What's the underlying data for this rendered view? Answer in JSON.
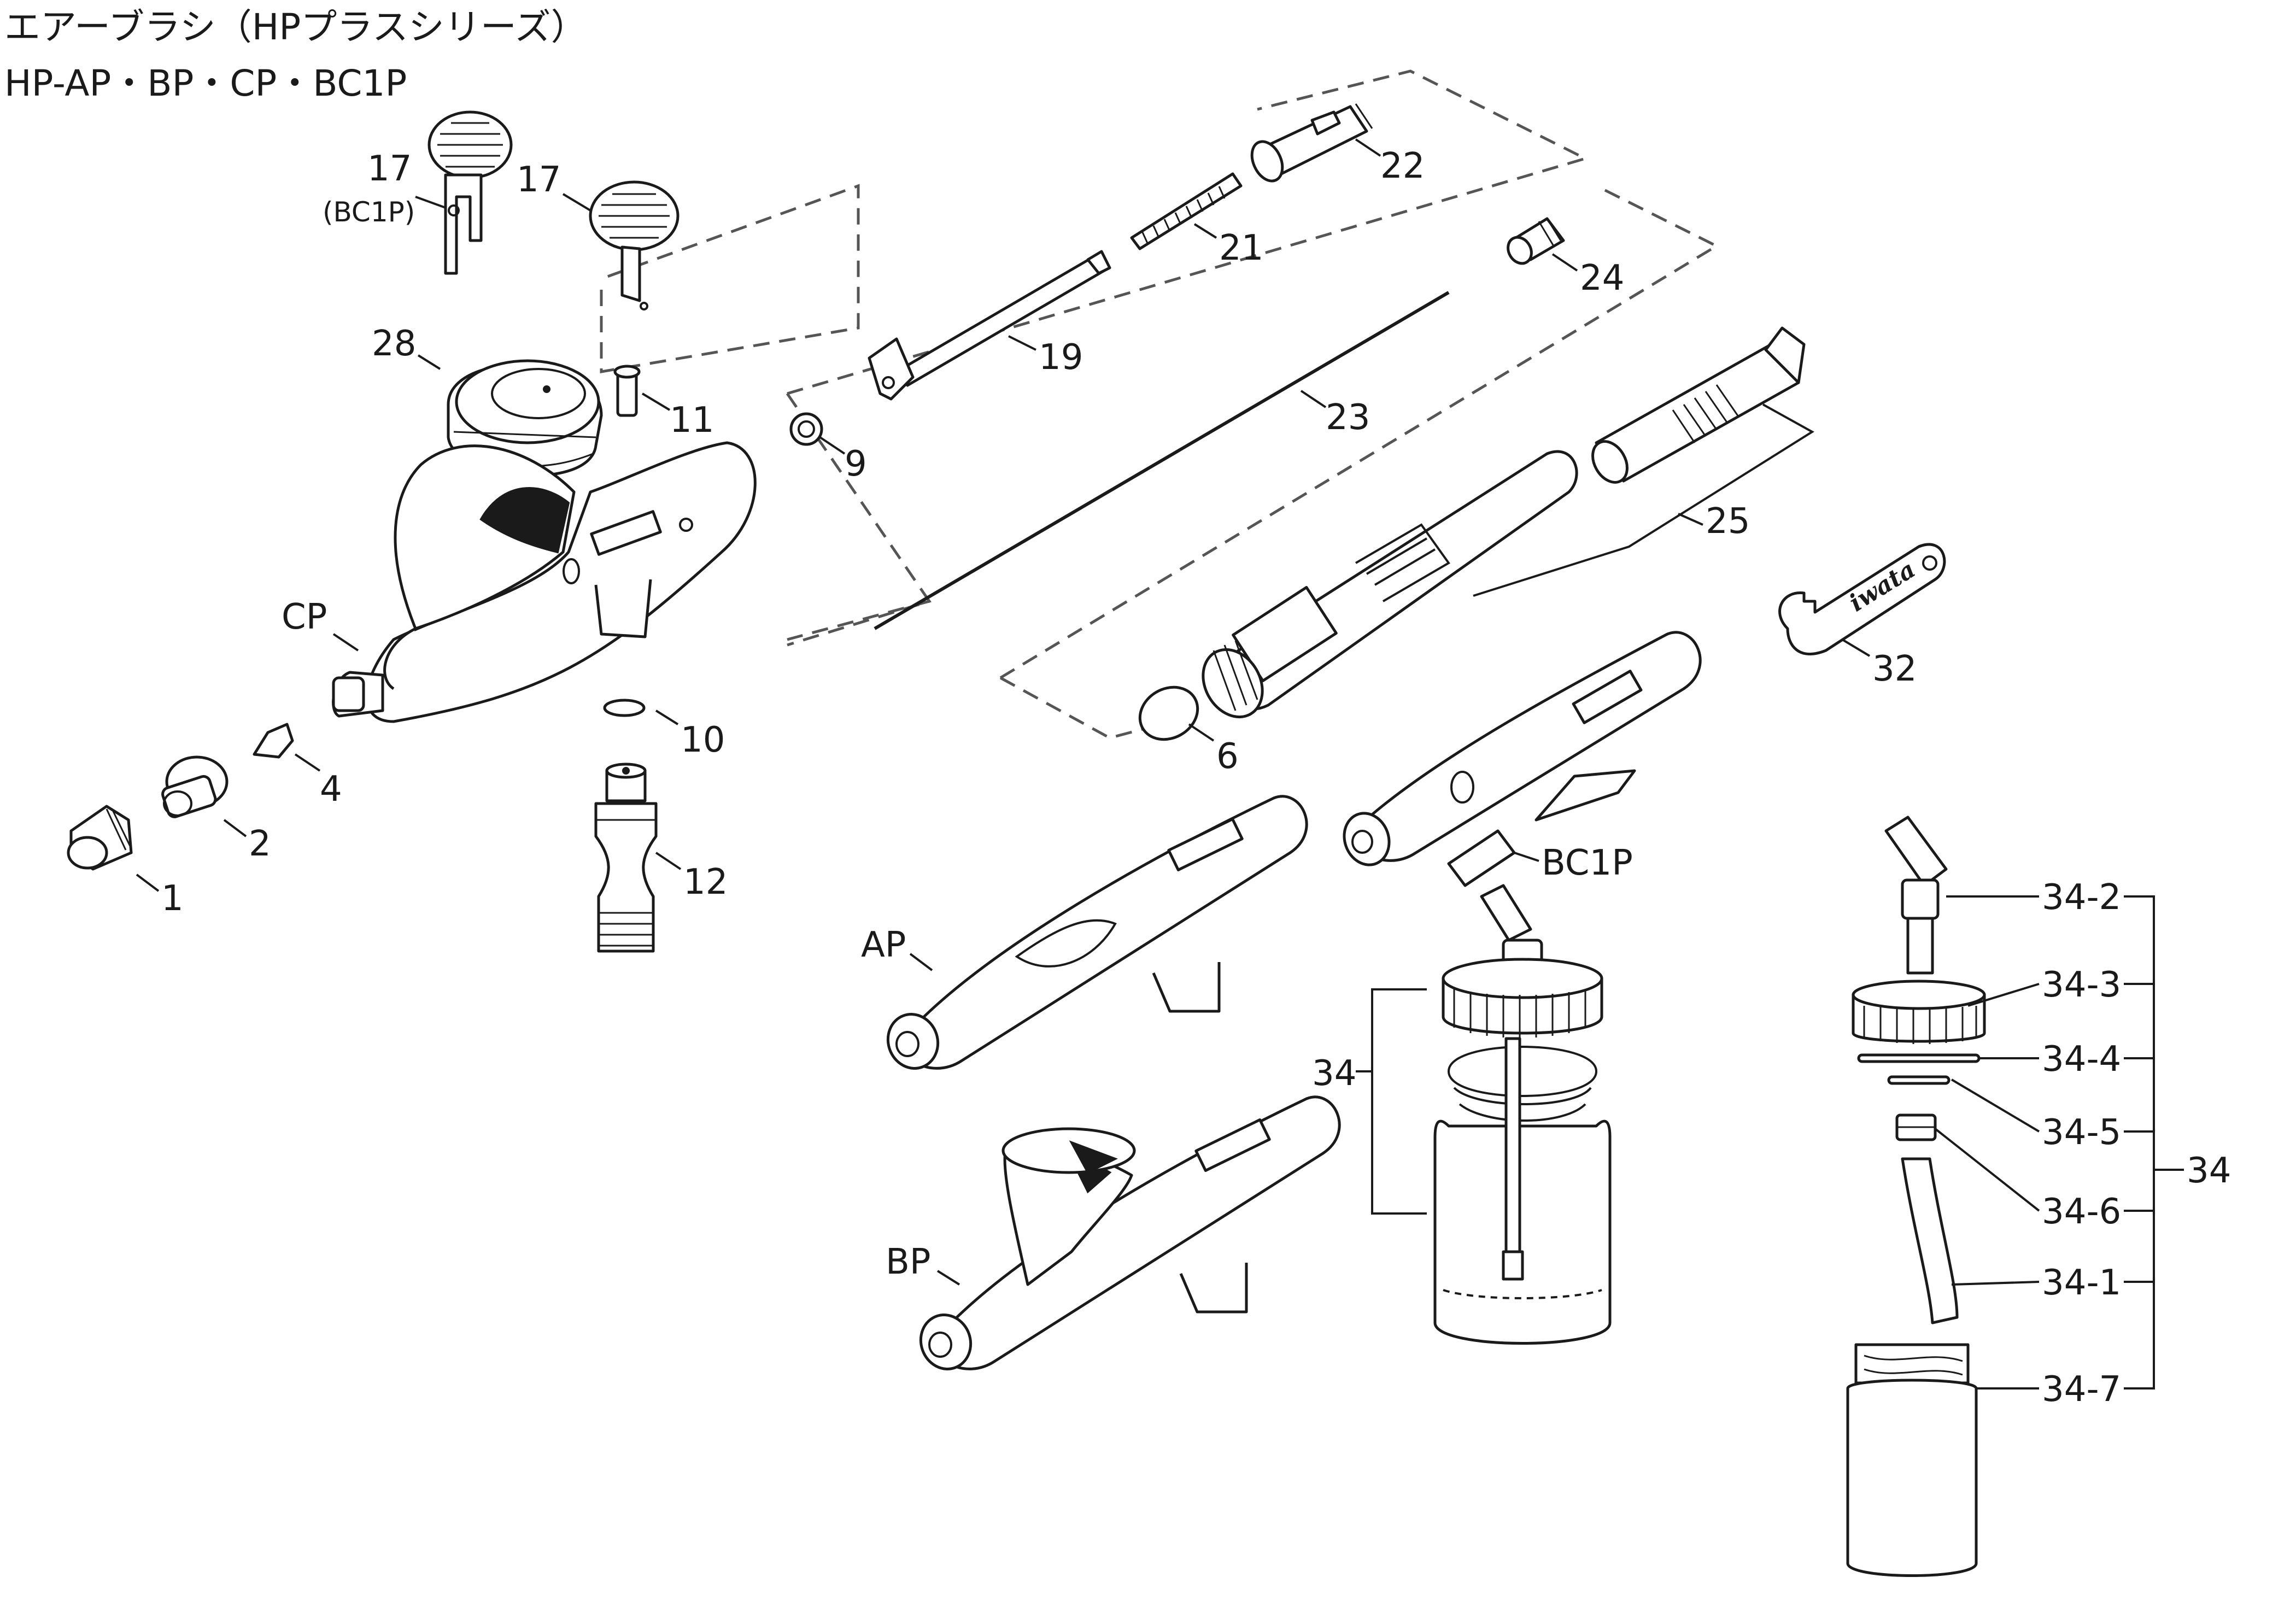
{
  "title": {
    "line1": "エアーブラシ（HPプラスシリーズ）",
    "line2": "HP-AP・BP・CP・BC1P"
  },
  "labels": {
    "l1": "1",
    "l2": "2",
    "l4": "4",
    "l6": "6",
    "l9": "9",
    "l10": "10",
    "l11": "11",
    "l12": "12",
    "l17a": "17",
    "l17a_note": "(BC1P)",
    "l17b": "17",
    "l19": "19",
    "l21": "21",
    "l22": "22",
    "l23": "23",
    "l24": "24",
    "l25": "25",
    "l28": "28",
    "l32": "32",
    "cp": "CP",
    "ap": "AP",
    "bp": "BP",
    "bc1p": "BC1P",
    "l34_left": "34",
    "l34_2": "34-2",
    "l34_3": "34-3",
    "l34_4": "34-4",
    "l34_5": "34-5",
    "l34_6": "34-6",
    "l34_1": "34-1",
    "l34_7": "34-7",
    "l34_right": "34"
  },
  "wrench_logo": "iwata"
}
